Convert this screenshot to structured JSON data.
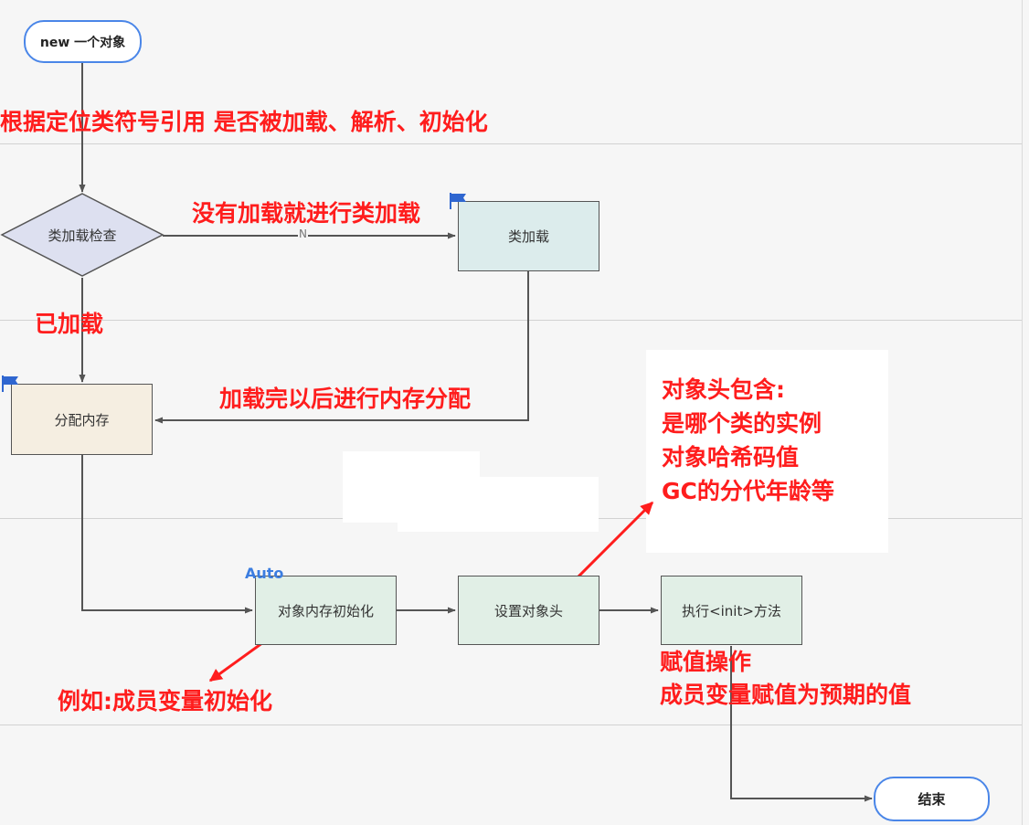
{
  "nodes": {
    "start": "new 一个对象",
    "check": "类加载检查",
    "load": "类加载",
    "alloc": "分配内存",
    "init_mem": "对象内存初始化",
    "set_header": "设置对象头",
    "exec_init": "执行<init>方法",
    "end": "结束"
  },
  "edge_labels": {
    "no": "N"
  },
  "auto_badge": "Auto",
  "annotations": {
    "resolve": "根据定位类符号引用 是否被加载、解析、初始化",
    "not_loaded": "没有加载就进行类加载",
    "loaded": "已加载",
    "after_load": "加载完以后进行内存分配",
    "header_title": "对象头包含:",
    "header_1": "是哪个类的实例",
    "header_2": "对象哈希码值",
    "header_3": "GC的分代年龄等",
    "init_example": "例如:成员变量初始化",
    "assign_1": "赋值操作",
    "assign_2": "成员变量赋值为预期的值"
  },
  "colors": {
    "annotation": "#ff1d1d",
    "terminal_border": "#4a86e8",
    "decision_fill": "#dde0f0",
    "process_green": "#e1efe6",
    "process_blue": "#dcecec",
    "process_beige": "#f5eee1",
    "flag": "#2f66d0"
  }
}
